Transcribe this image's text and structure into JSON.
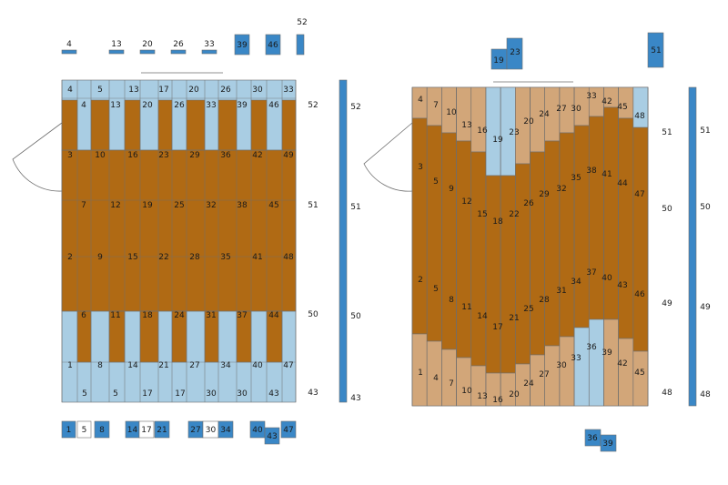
{
  "colors": {
    "dark": "#b06a14",
    "light": "#a9cde3",
    "tan": "#d2a679",
    "blue": "#3a87c6",
    "grid": "#6e6e6e"
  },
  "left": {
    "top_row": [
      "4",
      "5",
      "13",
      "17",
      "20",
      "26",
      "30",
      "33"
    ],
    "upper_row": [
      "4",
      "13",
      "20",
      "26",
      "33",
      "39",
      "46"
    ],
    "row_a": [
      "3",
      "10",
      "16",
      "23",
      "29",
      "36",
      "42",
      "49"
    ],
    "row_b": [
      "7",
      "12",
      "19",
      "25",
      "32",
      "38",
      "45"
    ],
    "row_c": [
      "2",
      "9",
      "15",
      "22",
      "28",
      "35",
      "41",
      "48"
    ],
    "row_d": [
      "6",
      "11",
      "18",
      "24",
      "31",
      "37",
      "44"
    ],
    "row_e": [
      "1",
      "8",
      "14",
      "21",
      "27",
      "34",
      "40",
      "47"
    ],
    "bottom_row": [
      "5",
      "5",
      "17",
      "17",
      "30",
      "30",
      "43"
    ],
    "side_labels": [
      "52",
      "51",
      "50",
      "43"
    ],
    "bar_labels": [
      "52",
      "51",
      "50",
      "43"
    ],
    "loose_top": [
      "4",
      "13",
      "20",
      "26",
      "33"
    ],
    "blue_top": [
      "39",
      "46"
    ],
    "strip_label": "52",
    "bottom_pieces": [
      "1",
      "5",
      "8",
      "14",
      "17",
      "21",
      "27",
      "30",
      "34",
      "40",
      "43",
      "47"
    ]
  },
  "right": {
    "floating_top": [
      "19",
      "23"
    ],
    "floating_right": "51",
    "labels": [
      "4",
      "7",
      "10",
      "13",
      "16",
      "19",
      "20",
      "23",
      "24",
      "27",
      "30",
      "33",
      "42",
      "45",
      "48",
      "3",
      "5",
      "9",
      "12",
      "15",
      "18",
      "22",
      "26",
      "29",
      "32",
      "35",
      "38",
      "41",
      "44",
      "47",
      "2",
      "5",
      "8",
      "11",
      "14",
      "17",
      "21",
      "25",
      "28",
      "31",
      "34",
      "37",
      "40",
      "43",
      "46",
      "1",
      "4",
      "7",
      "10",
      "13",
      "16",
      "20",
      "24",
      "27",
      "30",
      "33",
      "36",
      "39",
      "42",
      "45"
    ],
    "side_labels": [
      "51",
      "50",
      "49",
      "48"
    ],
    "bar_labels": [
      "51",
      "50",
      "49",
      "48"
    ],
    "floating_bottom": [
      "36",
      "39"
    ]
  }
}
